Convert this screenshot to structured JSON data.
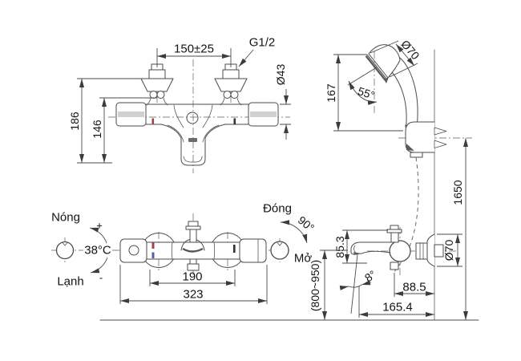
{
  "front_view": {
    "inlet_spacing": "150±25",
    "thread_size": "G1/2",
    "body_diameter": "Ø43",
    "total_height": "186",
    "spout_height": "146"
  },
  "hand_shower": {
    "head_diameter": "Ø70",
    "head_height": "167",
    "head_angle": "55°",
    "rail_height": "1650"
  },
  "top_view": {
    "hot_label": "Nóng",
    "hot_sign": "+",
    "temperature": "38°C",
    "cold_label": "Lạnh",
    "cold_sign": "-",
    "port_spacing": "190",
    "overall_width": "323"
  },
  "valve_rotation": {
    "close_label": "Đóng",
    "angle": "90°",
    "open_label": "Mở"
  },
  "side_view": {
    "spout_rise": "85.3",
    "spout_angle": "8°",
    "wall_offset": "88.5",
    "spout_reach": "165.4",
    "flange_diameter": "Ø70",
    "mount_height_range": "(800~950)"
  },
  "colors": {
    "hot_indicator": "#9e4448",
    "cold_indicator": "#4f5f9e",
    "line": "#4b4b4b",
    "text": "#141414"
  }
}
